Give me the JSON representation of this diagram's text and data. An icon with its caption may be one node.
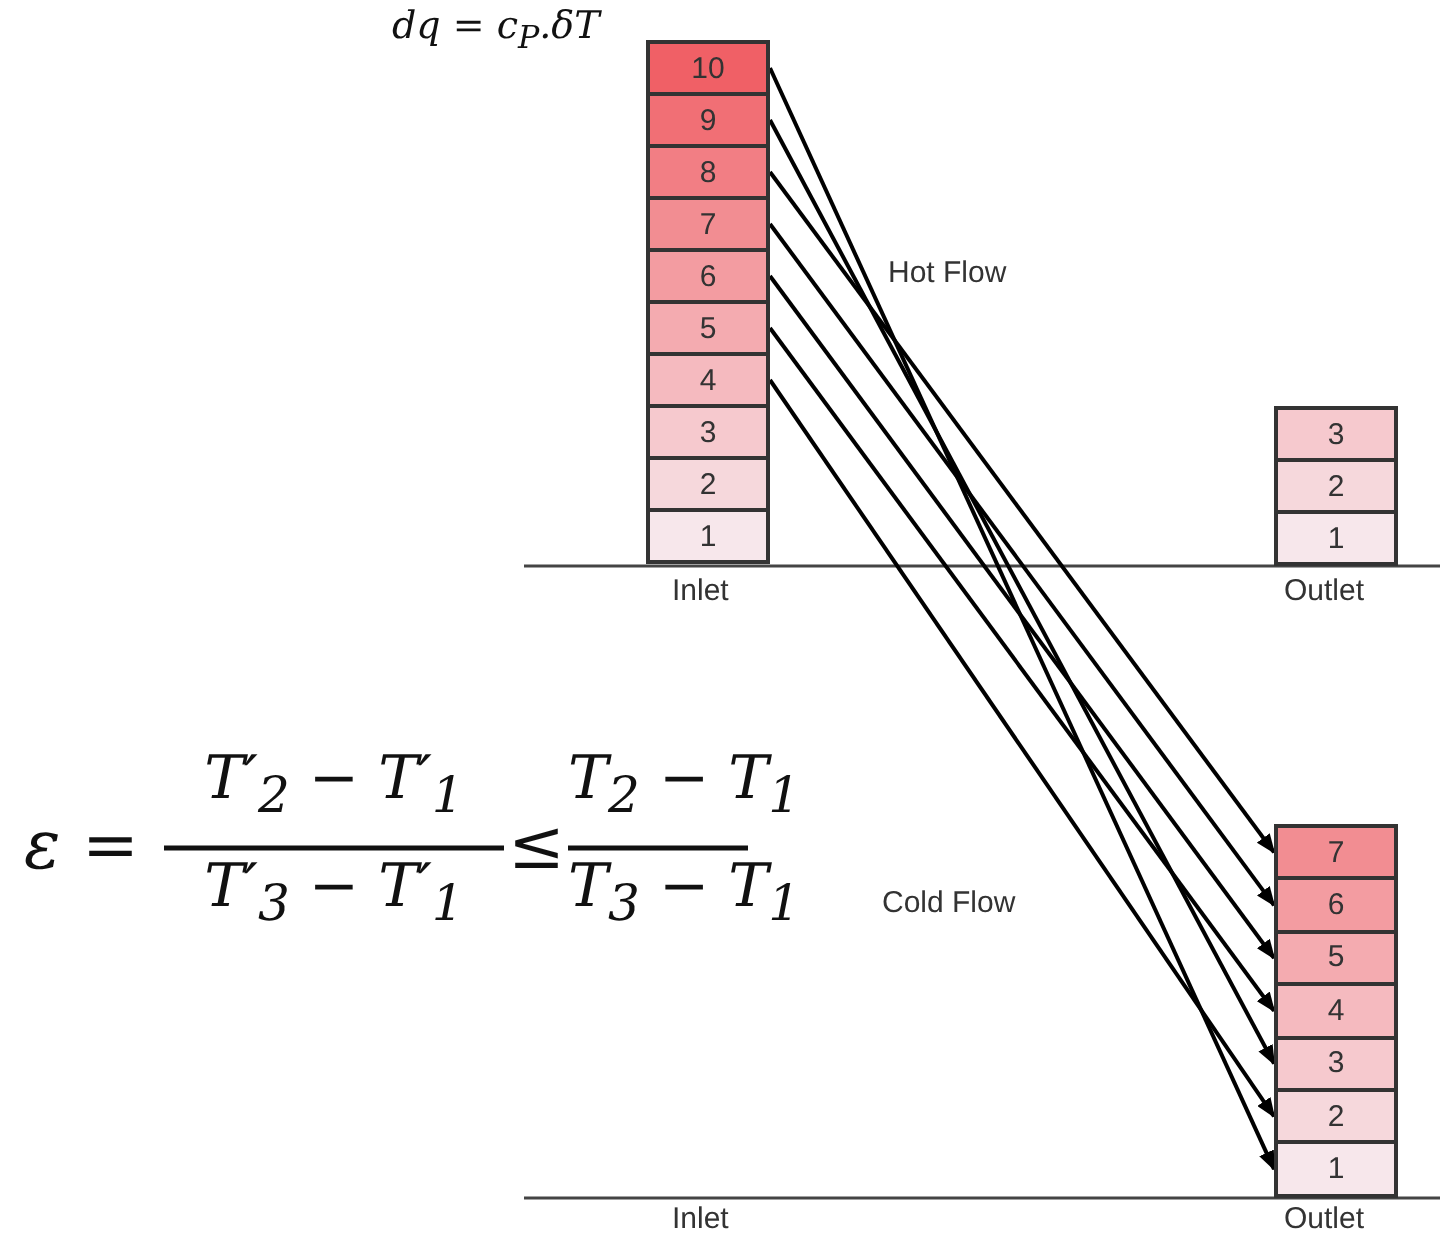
{
  "diagram": {
    "nodes": [
      {
        "text": [
          "10"
        ]
      },
      {
        "text": [
          "9"
        ]
      },
      {
        "text": [
          "8"
        ]
      },
      {
        "text": [
          "7"
        ]
      },
      {
        "text": [
          "6"
        ]
      },
      {
        "text": [
          "5"
        ]
      },
      {
        "text": [
          "4"
        ]
      },
      {
        "text": [
          "3"
        ]
      },
      {
        "text": [
          "2"
        ]
      },
      {
        "text": [
          "1"
        ]
      },
      {
        "text": [
          "3"
        ]
      },
      {
        "text": [
          "2"
        ]
      },
      {
        "text": [
          "1"
        ]
      },
      {
        "text": [
          "7"
        ]
      },
      {
        "text": [
          "6"
        ]
      },
      {
        "text": [
          "5"
        ]
      },
      {
        "text": [
          "4"
        ]
      },
      {
        "text": [
          "3"
        ]
      },
      {
        "text": [
          "2"
        ]
      },
      {
        "text": [
          "1"
        ]
      }
    ],
    "edges": [
      {
        "from": 0,
        "to": 19,
        "arrow": "to"
      },
      {
        "from": 1,
        "to": 17,
        "arrow": "to"
      },
      {
        "from": 2,
        "to": 13,
        "arrow": "to"
      },
      {
        "from": 3,
        "to": 14,
        "arrow": "to"
      },
      {
        "from": 4,
        "to": 15,
        "arrow": "to"
      },
      {
        "from": 5,
        "to": 16,
        "arrow": "to"
      },
      {
        "from": 6,
        "to": 18,
        "arrow": "to"
      }
    ],
    "labels": [
      "dq = c$_{P}$.δT",
      "Hot Flow",
      "Inlet",
      "Outlet",
      "ε =",
      "T′$_{2}$ − T′$_{1}$",
      "T′$_{3}$ − T′$_{1}$",
      "≤",
      "T$_{2}$ − T$_{1}$",
      "T$_{3}$ − T$_{1}$",
      "Cold Flow",
      "Inlet",
      "Outlet"
    ]
  }
}
